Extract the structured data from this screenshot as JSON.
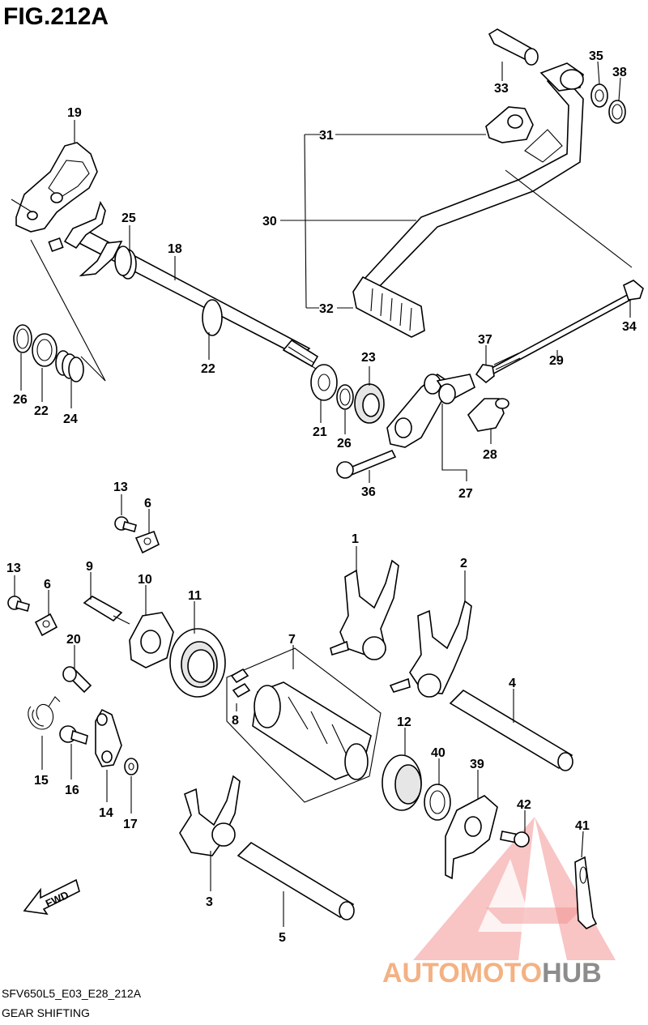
{
  "figure": {
    "title": "FIG.212A",
    "code": "SFV650L5_E03_E28_212A",
    "name": "GEAR SHIFTING",
    "direction_label": "FWD"
  },
  "watermark": {
    "part1": "AUTOMOTO",
    "part2": "HUB",
    "color_primary": "#f4b183",
    "color_secondary": "#8c8c8c",
    "color_logo": "#f08080"
  },
  "callouts": [
    {
      "id": "c1",
      "label": "1"
    },
    {
      "id": "c2",
      "label": "2"
    },
    {
      "id": "c3",
      "label": "3"
    },
    {
      "id": "c4",
      "label": "4"
    },
    {
      "id": "c5",
      "label": "5"
    },
    {
      "id": "c6a",
      "label": "6"
    },
    {
      "id": "c6b",
      "label": "6"
    },
    {
      "id": "c7",
      "label": "7"
    },
    {
      "id": "c8",
      "label": "8"
    },
    {
      "id": "c9",
      "label": "9"
    },
    {
      "id": "c10",
      "label": "10"
    },
    {
      "id": "c11",
      "label": "11"
    },
    {
      "id": "c12",
      "label": "12"
    },
    {
      "id": "c13a",
      "label": "13"
    },
    {
      "id": "c13b",
      "label": "13"
    },
    {
      "id": "c14",
      "label": "14"
    },
    {
      "id": "c15",
      "label": "15"
    },
    {
      "id": "c16",
      "label": "16"
    },
    {
      "id": "c17",
      "label": "17"
    },
    {
      "id": "c18",
      "label": "18"
    },
    {
      "id": "c19",
      "label": "19"
    },
    {
      "id": "c20",
      "label": "20"
    },
    {
      "id": "c21",
      "label": "21"
    },
    {
      "id": "c22a",
      "label": "22"
    },
    {
      "id": "c22b",
      "label": "22"
    },
    {
      "id": "c23",
      "label": "23"
    },
    {
      "id": "c24",
      "label": "24"
    },
    {
      "id": "c25",
      "label": "25"
    },
    {
      "id": "c26a",
      "label": "26"
    },
    {
      "id": "c26b",
      "label": "26"
    },
    {
      "id": "c27",
      "label": "27"
    },
    {
      "id": "c28",
      "label": "28"
    },
    {
      "id": "c29",
      "label": "29"
    },
    {
      "id": "c30",
      "label": "30"
    },
    {
      "id": "c31",
      "label": "31"
    },
    {
      "id": "c32",
      "label": "32"
    },
    {
      "id": "c33",
      "label": "33"
    },
    {
      "id": "c34",
      "label": "34"
    },
    {
      "id": "c35",
      "label": "35"
    },
    {
      "id": "c36",
      "label": "36"
    },
    {
      "id": "c37",
      "label": "37"
    },
    {
      "id": "c38",
      "label": "38"
    },
    {
      "id": "c39",
      "label": "39"
    },
    {
      "id": "c40",
      "label": "40"
    },
    {
      "id": "c41",
      "label": "41"
    },
    {
      "id": "c42",
      "label": "42"
    }
  ]
}
